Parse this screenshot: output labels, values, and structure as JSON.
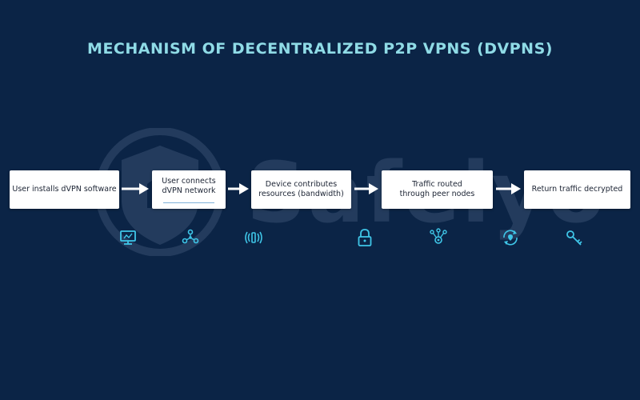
{
  "title": "MECHANISM OF DECENTRALIZED P2P VPNS (DVPNS)",
  "watermark": {
    "text": "Safelyo",
    "logo_icon": "shield-logo-icon"
  },
  "steps": [
    {
      "label": "User installs dVPN software"
    },
    {
      "label": "User connects\ndVPN network"
    },
    {
      "label": "Device contributes\nresources (bandwidth)"
    },
    {
      "label": "Traffic routed\nthrough peer nodes"
    },
    {
      "label": "Return traffic decrypted"
    }
  ],
  "icons": [
    "monitor-icon",
    "network-nodes-icon",
    "signal-waves-icon",
    "padlock-icon",
    "node-routing-icon",
    "location-sync-icon",
    "key-icon"
  ],
  "colors": {
    "background": "#0b2446",
    "title": "#8fdbe6",
    "box": "#ffffff",
    "icon": "#3fc6e8",
    "arrow": "#ffffff"
  }
}
